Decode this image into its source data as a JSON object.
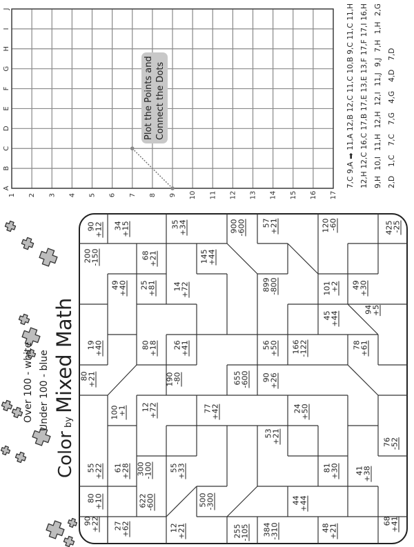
{
  "graph": {
    "x_labels": [
      "1",
      "2",
      "3",
      "4",
      "5",
      "6",
      "7",
      "8",
      "9",
      "10",
      "11",
      "12",
      "13",
      "14",
      "15",
      "16",
      "17"
    ],
    "y_labels": [
      "A",
      "B",
      "C",
      "D",
      "E",
      "F",
      "G",
      "H",
      "I",
      "J"
    ],
    "callout": {
      "line1": "Plot the Points and",
      "line2": "Connect the Dots"
    },
    "plotted_example": [
      {
        "x": 7,
        "y": "C"
      },
      {
        "x": 9,
        "y": "A"
      }
    ]
  },
  "coordinates": {
    "columns": [
      [
        "7,C",
        "9,A",
        "11,A",
        "12,B",
        "12,C",
        "11,C",
        "10,B",
        "9,C",
        "11,C",
        "11,H"
      ],
      [
        "12,H",
        "12,C",
        "16,C",
        "17,B",
        "17,E",
        "13,E",
        "13,F",
        "17,F",
        "17,I",
        "16,H"
      ],
      [
        "9,H",
        "10,I",
        "11,H",
        "12,H",
        "12,I",
        "11,J",
        "9,J",
        "7,H",
        "1,H",
        "2,G"
      ],
      [
        "2,D",
        "1,C",
        "7,C",
        "7,G",
        "4,G",
        "4,D",
        "7,D"
      ]
    ],
    "start_arrow_icon": "arrow-right-icon"
  },
  "header": {
    "title_color": "Color",
    "title_by": "by",
    "title_main": "Mixed Math",
    "rule_over": "Over 100 - white",
    "rule_under": "Under 100 - blue",
    "decoration_icon": "plus-icon",
    "decoration_color": "#bdbdbd"
  },
  "puzzle": {
    "problems": [
      {
        "top": "90",
        "bottom": "+12"
      },
      {
        "top": "34",
        "bottom": "+15"
      },
      {
        "top": "35",
        "bottom": "+34"
      },
      {
        "top": "900",
        "bottom": "-600"
      },
      {
        "top": "200",
        "bottom": "-150"
      },
      {
        "top": "68",
        "bottom": "+21"
      },
      {
        "top": "145",
        "bottom": "+44"
      },
      {
        "top": "49",
        "bottom": "+40"
      },
      {
        "top": "25",
        "bottom": "+81"
      },
      {
        "top": "14",
        "bottom": "+72"
      },
      {
        "top": "19",
        "bottom": "+40"
      },
      {
        "top": "80",
        "bottom": "+18"
      },
      {
        "top": "26",
        "bottom": "+41"
      },
      {
        "top": "57",
        "bottom": "+21"
      },
      {
        "top": "120",
        "bottom": "-60"
      },
      {
        "top": "425",
        "bottom": "-25"
      },
      {
        "top": "899",
        "bottom": "-800"
      },
      {
        "top": "101",
        "bottom": "+2"
      },
      {
        "top": "49",
        "bottom": "+30"
      },
      {
        "top": "45",
        "bottom": "+44"
      },
      {
        "top": "94",
        "bottom": "+5"
      },
      {
        "top": "56",
        "bottom": "+50"
      },
      {
        "top": "166",
        "bottom": "-122"
      },
      {
        "top": "78",
        "bottom": "+61"
      },
      {
        "top": "80",
        "bottom": "+21"
      },
      {
        "top": "190",
        "bottom": "-80"
      },
      {
        "top": "655",
        "bottom": "-600"
      },
      {
        "top": "100",
        "bottom": "+1"
      },
      {
        "top": "12",
        "bottom": "+72"
      },
      {
        "top": "77",
        "bottom": "+42"
      },
      {
        "top": "55",
        "bottom": "+22"
      },
      {
        "top": "61",
        "bottom": "+28"
      },
      {
        "top": "300",
        "bottom": "-100"
      },
      {
        "top": "55",
        "bottom": "+33"
      },
      {
        "top": "80",
        "bottom": "+10"
      },
      {
        "top": "622",
        "bottom": "-600"
      },
      {
        "top": "500",
        "bottom": "-300"
      },
      {
        "top": "90",
        "bottom": "+22"
      },
      {
        "top": "27",
        "bottom": "+62"
      },
      {
        "top": "12",
        "bottom": "+21"
      },
      {
        "top": "255",
        "bottom": "-105"
      },
      {
        "top": "90",
        "bottom": "+26"
      },
      {
        "top": "24",
        "bottom": "+50"
      },
      {
        "top": "53",
        "bottom": "+21"
      },
      {
        "top": "76",
        "bottom": "-52"
      },
      {
        "top": "81",
        "bottom": "+30"
      },
      {
        "top": "41",
        "bottom": "+38"
      },
      {
        "top": "44",
        "bottom": "+44"
      },
      {
        "top": "384",
        "bottom": "-310"
      },
      {
        "top": "48",
        "bottom": "+21"
      },
      {
        "top": "68",
        "bottom": "+41"
      }
    ]
  }
}
